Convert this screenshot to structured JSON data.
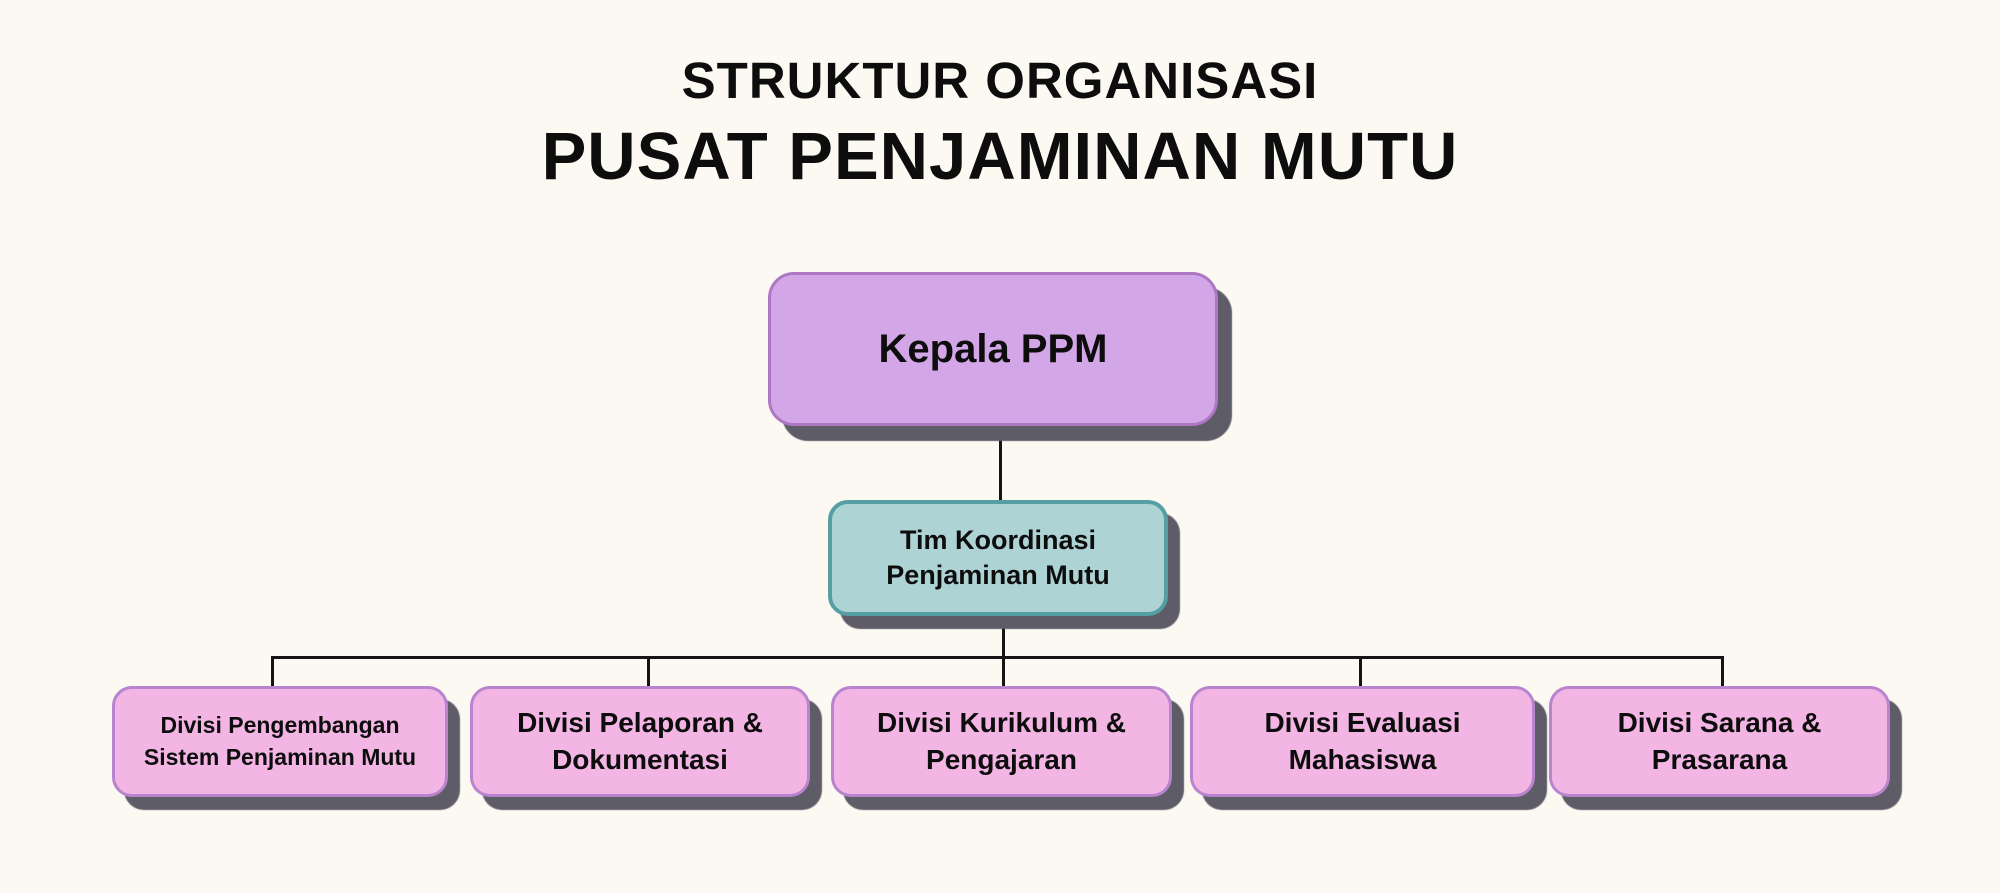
{
  "title": {
    "line1": "STRUKTUR ORGANISASI",
    "line2": "PUSAT PENJAMINAN MUTU"
  },
  "org_chart": {
    "root": {
      "label": "Kepala PPM"
    },
    "coordinator": {
      "label_line1": "Tim Koordinasi",
      "label_line2": "Penjaminan Mutu"
    },
    "divisions": [
      {
        "label_line1": "Divisi Pengembangan",
        "label_line2": "Sistem Penjaminan Mutu"
      },
      {
        "label_line1": "Divisi Pelaporan &",
        "label_line2": "Dokumentasi"
      },
      {
        "label_line1": "Divisi Kurikulum &",
        "label_line2": "Pengajaran"
      },
      {
        "label_line1": "Divisi Evaluasi",
        "label_line2": "Mahasiswa"
      },
      {
        "label_line1": "Divisi Sarana &",
        "label_line2": "Prasarana"
      }
    ]
  },
  "colors": {
    "background": "#fcf9f3",
    "purple_fill": "#d3a6e8",
    "purple_border": "#ad77c4",
    "teal_fill": "#aed3d5",
    "teal_border": "#559ea4",
    "pink_fill": "#f3b6e4",
    "pink_border": "#b884ce",
    "shadow": "#5e5c66",
    "line": "#141414",
    "text": "#0d0d0d"
  }
}
